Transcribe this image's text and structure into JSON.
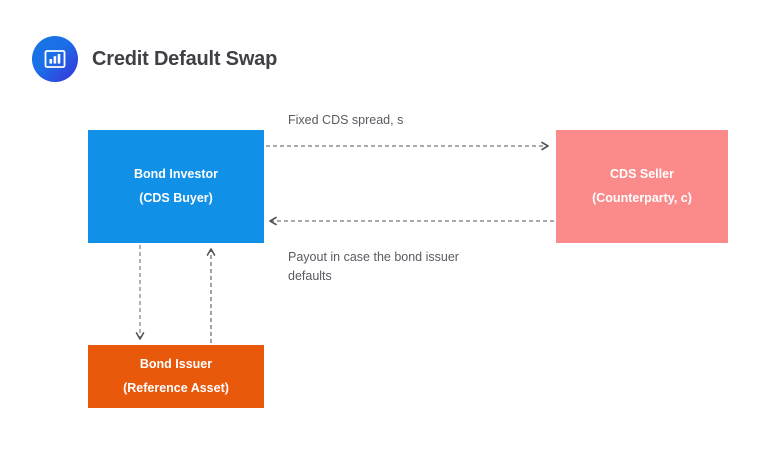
{
  "header": {
    "title": "Credit Default Swap",
    "icon": "bar-chart-icon",
    "badge_gradient_from": "#1677e0",
    "badge_gradient_to": "#3b2fd8"
  },
  "diagram": {
    "type": "flow",
    "nodes": [
      {
        "id": "bond-investor",
        "line1": "Bond Investor",
        "line2": "(CDS Buyer)",
        "color": "#1190e8",
        "text_color": "#ffffff"
      },
      {
        "id": "cds-seller",
        "line1": "CDS Seller",
        "line2": "(Counterparty, c)",
        "color": "#fb8a8a",
        "text_color": "#ffffff"
      },
      {
        "id": "bond-issuer",
        "line1": "Bond Issuer",
        "line2": "(Reference Asset)",
        "color": "#e8590c",
        "text_color": "#ffffff"
      }
    ],
    "edges": [
      {
        "id": "spread-edge",
        "from": "bond-investor",
        "to": "cds-seller",
        "label": "Fixed CDS spread, s",
        "style": "dashed",
        "direction": "right"
      },
      {
        "id": "payout-edge",
        "from": "cds-seller",
        "to": "bond-investor",
        "label": "Payout in case the bond issuer\ndefaults",
        "style": "dashed",
        "direction": "left"
      },
      {
        "id": "investor-to-issuer-edge",
        "from": "bond-investor",
        "to": "bond-issuer",
        "label": "",
        "style": "dashed",
        "direction": "down"
      },
      {
        "id": "issuer-to-investor-edge",
        "from": "bond-issuer",
        "to": "bond-investor",
        "label": "",
        "style": "dashed",
        "direction": "up"
      }
    ],
    "connector_color": "#555555"
  }
}
